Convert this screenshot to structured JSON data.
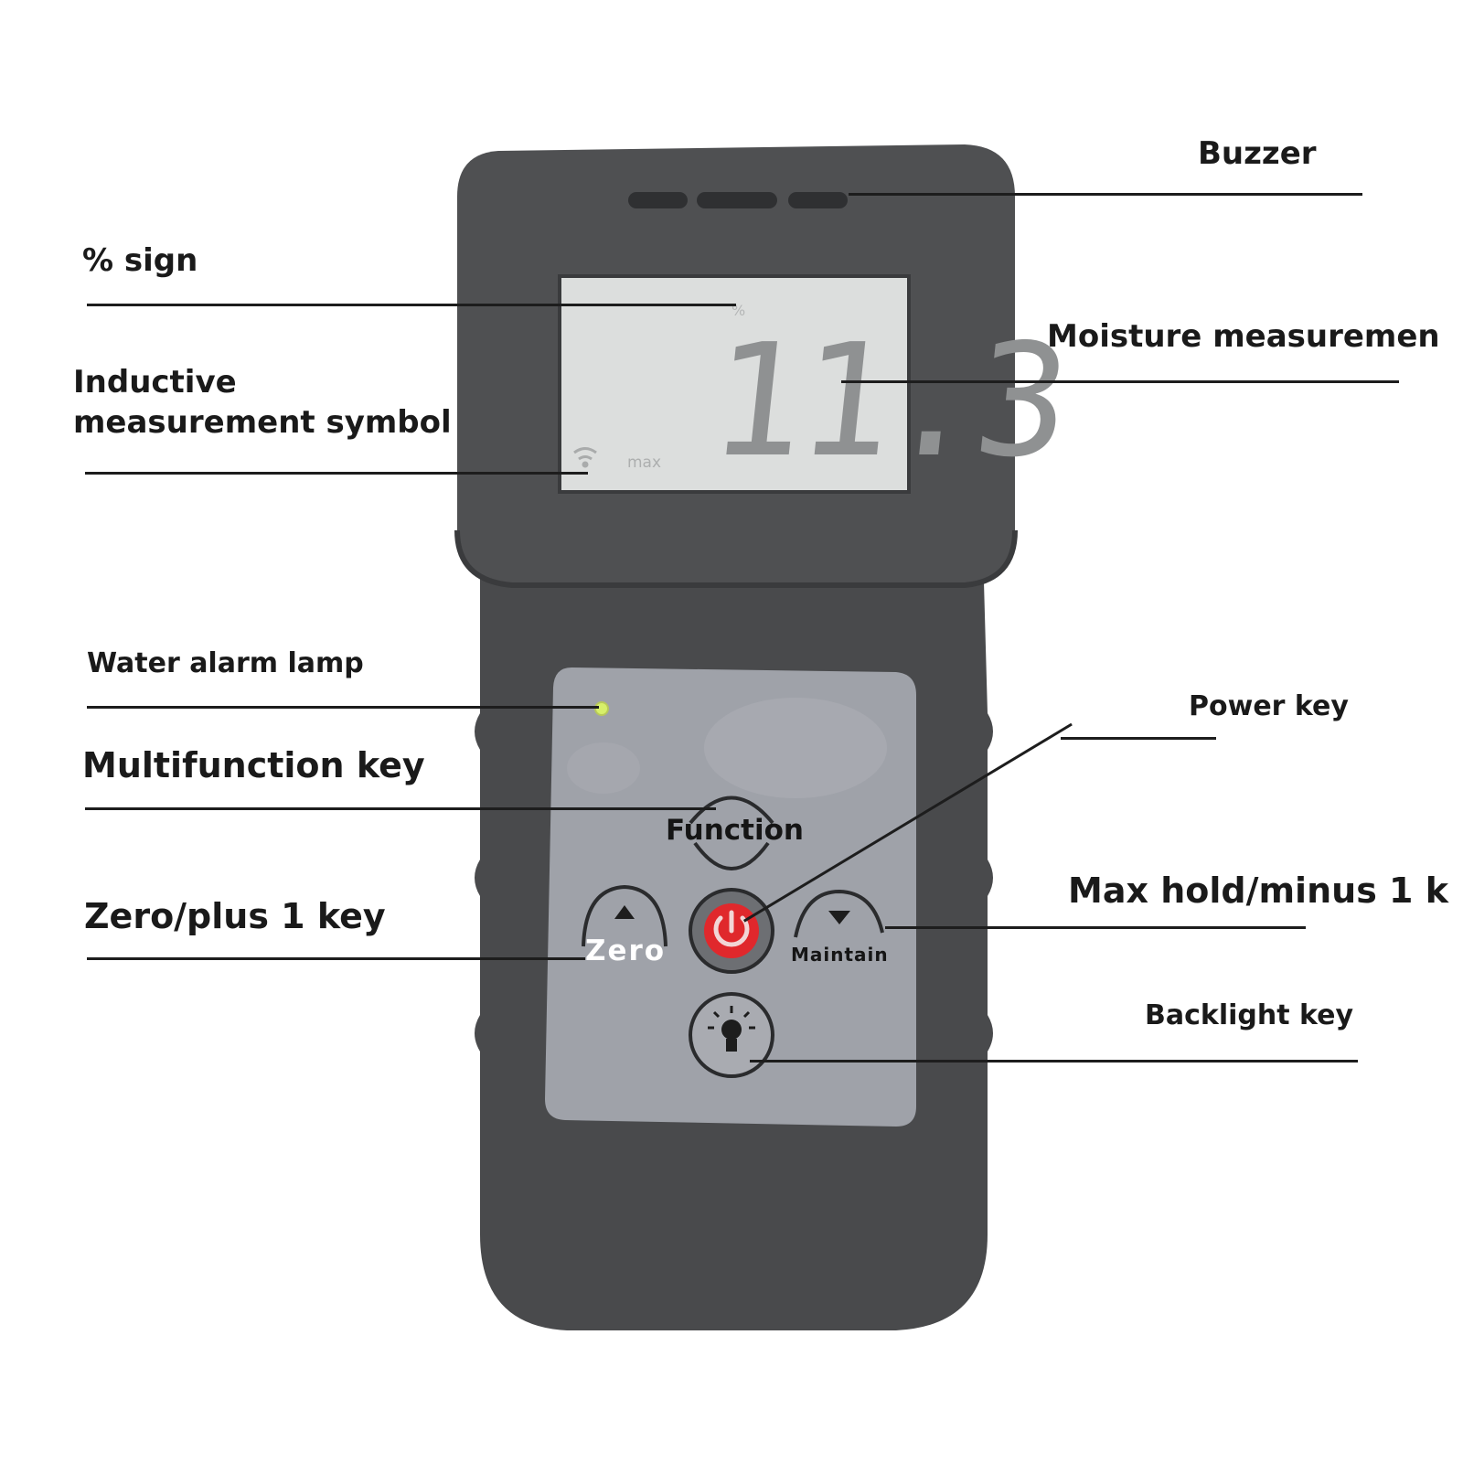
{
  "callouts": {
    "buzzer": "Buzzer",
    "percent_sign": "% sign",
    "inductive_line1": "Inductive",
    "inductive_line2": "measurement symbol",
    "moisture": "Moisture measuremen",
    "water_alarm": "Water alarm lamp",
    "multifunction": "Multifunction key",
    "power": "Power key",
    "zero_plus": "Zero/plus 1 key",
    "max_hold": "Max hold/minus 1 k",
    "backlight": "Backlight key"
  },
  "display": {
    "reading": "11.3",
    "percent": "%",
    "max": "max"
  },
  "keys": {
    "function": "Function",
    "zero": "Zero",
    "maintain": "Maintain"
  },
  "colors": {
    "body": "#4a4b4d",
    "lcd": "#dcdedd",
    "panel": "#9ea1a8",
    "power": "#e0282c",
    "lamp": "#d7f06a"
  }
}
